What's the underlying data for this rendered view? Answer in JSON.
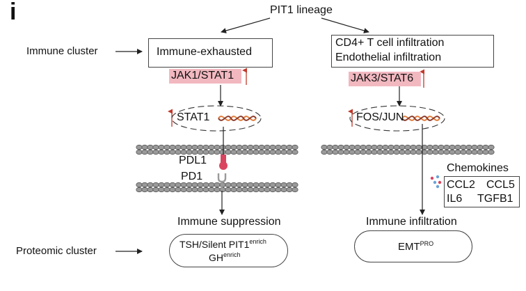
{
  "panel_label": "i",
  "lineage": "PIT1 lineage",
  "left_row_label": "Immune cluster",
  "bottom_row_label": "Proteomic cluster",
  "left": {
    "box": "Immune-exhausted",
    "pathway": "JAK1/STAT1",
    "tf": "STAT1",
    "ligand": "PDL1",
    "receptor": "PD1",
    "outcome": "Immune suppression",
    "proteomic_line1": "TSH/Silent PIT1",
    "proteomic_sup1": "enrich",
    "proteomic_line2": "GH",
    "proteomic_sup2": "enrich"
  },
  "right": {
    "box_line1": "CD4+ T cell infiltration",
    "box_line2": "Endothelial infiltration",
    "pathway": "JAK3/STAT6",
    "tf": "FOS/JUN",
    "chemokines_title": "Chemokines",
    "chemokines": [
      "CCL2",
      "CCL5",
      "IL6",
      "TGFB1"
    ],
    "outcome": "Immune infiltration",
    "proteomic": "EMT",
    "proteomic_sup": "PRO"
  },
  "colors": {
    "up_arrow": "#c0392b",
    "highlight": "#f2b8c0",
    "dna_a": "#e07b39",
    "dna_b": "#8b3a2a",
    "membrane": "#555555",
    "ligand": "#d9455f"
  }
}
